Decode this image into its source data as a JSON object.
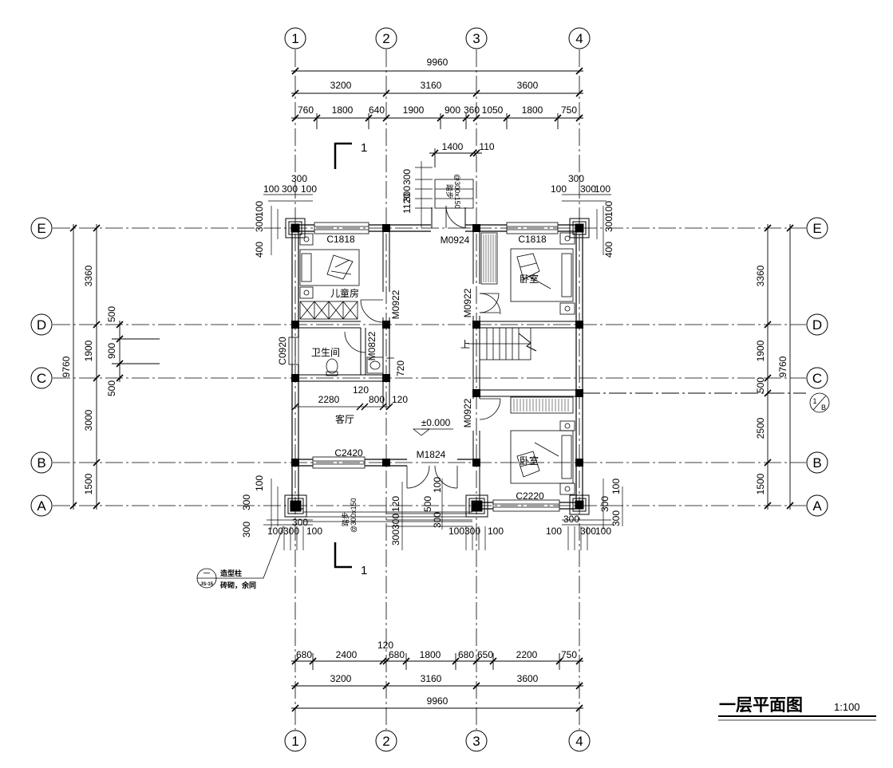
{
  "drawing": {
    "title": "一层平面图",
    "scale": "1:100",
    "elevation": "±0.000",
    "section_mark": "1"
  },
  "axes": {
    "columns": [
      "1",
      "2",
      "3",
      "4"
    ],
    "rows": [
      "E",
      "D",
      "C",
      "B",
      "A"
    ]
  },
  "dimensions": {
    "top": {
      "overall": "9960",
      "bays": [
        "3200",
        "3160",
        "3600"
      ],
      "detail": [
        "760",
        "1800",
        "640",
        "1900",
        "900",
        "360",
        "1050",
        "1800",
        "750"
      ],
      "entry_width": "1400",
      "entry_gap": "110"
    },
    "bottom": {
      "overall": "9960",
      "bays": [
        "3200",
        "3160",
        "3600"
      ],
      "detail": [
        "680",
        "2400",
        "120",
        "680",
        "1800",
        "680",
        "650",
        "2200",
        "750"
      ]
    },
    "left": {
      "overall": "9760",
      "bays": [
        "3360",
        "1900",
        "3000",
        "1500"
      ],
      "detail": [
        "500",
        "900",
        "500"
      ]
    },
    "right": {
      "overall": "9760",
      "bays": [
        "3360",
        "1900",
        "500",
        "2500",
        "1500"
      ]
    },
    "misc": {
      "step_depth": "1120",
      "step_a": "300",
      "step_b": "300",
      "corner_300": "300",
      "corner_100": "100",
      "corner_400": "400",
      "bath_720": "720",
      "hall_2280": "2280",
      "hall_120a": "120",
      "hall_800": "800",
      "hall_120b": "120",
      "front_120": "120",
      "front_500": "500",
      "front_300": "300"
    }
  },
  "rooms": {
    "children": "儿童房",
    "bath": "卫生间",
    "living": "客厅",
    "bed1": "卧室",
    "bed2": "卧室",
    "stair_up": "上"
  },
  "openings": {
    "c1818_left": "C1818",
    "c1818_right": "C1818",
    "m0924": "M0924",
    "m0922_a": "M0922",
    "m0922_b": "M0922",
    "m0922_c": "M0922",
    "m0822": "M0822",
    "c0920": "C0920",
    "c2420": "C2420",
    "m1824": "M1824",
    "c2220": "C2220"
  },
  "notes": {
    "step_top": "踏步",
    "step_top_size": "@300x150",
    "step_bottom": "踏步",
    "step_bottom_size": "@300x150",
    "callout_top": "一",
    "callout_bottom": "JS-15",
    "callout_text1": "造型柱",
    "callout_text2": "砖砌，余同",
    "detail_ref_num": "1",
    "detail_ref_sheet": "B"
  }
}
